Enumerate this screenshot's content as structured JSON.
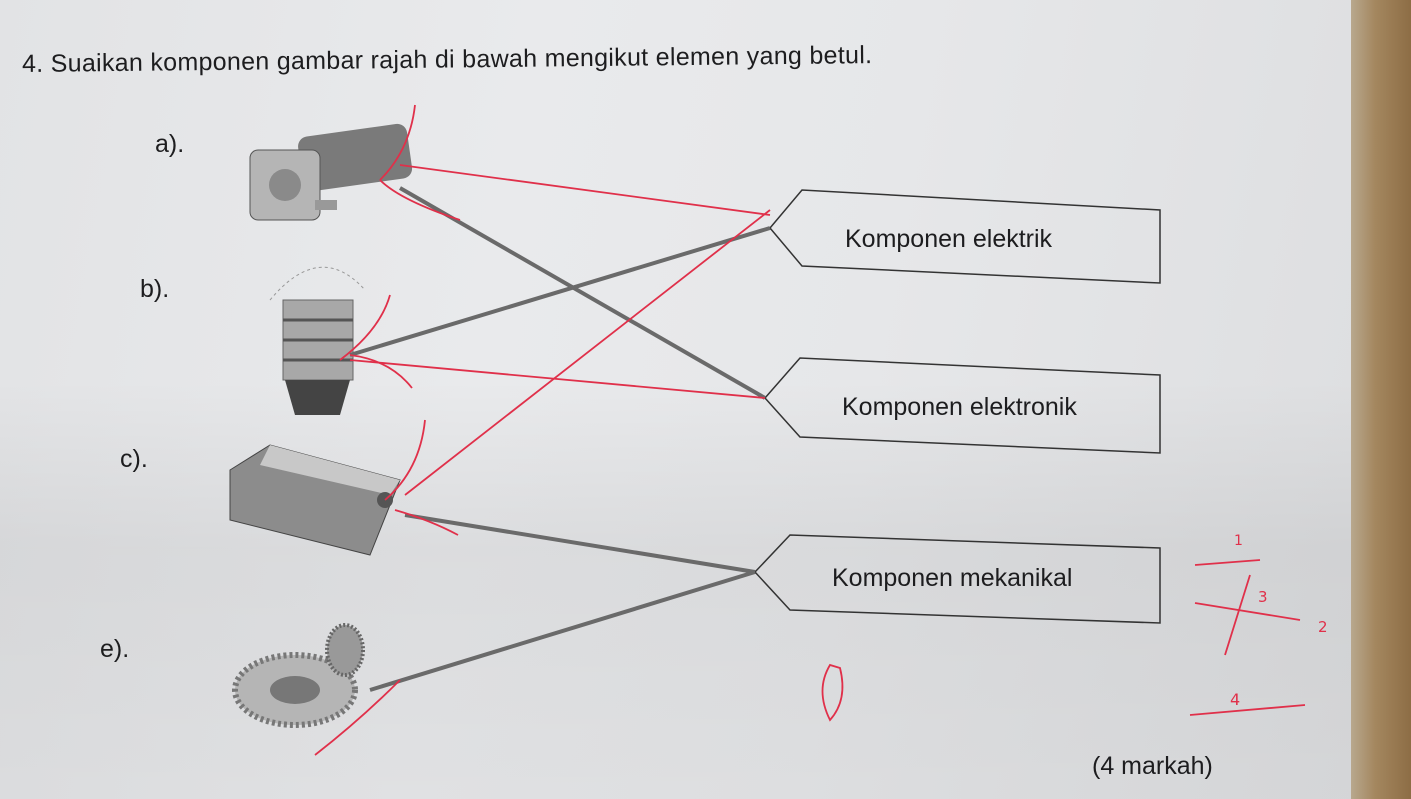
{
  "question": {
    "title": "4.  Suaikan komponen gambar rajah di bawah mengikut elemen yang betul.",
    "items": [
      {
        "label": "a).",
        "picture": "motor-icon"
      },
      {
        "label": "b).",
        "picture": "bulb-icon"
      },
      {
        "label": "c).",
        "picture": "battery-icon"
      },
      {
        "label": "e).",
        "picture": "gears-icon"
      }
    ],
    "categories": [
      "Komponen elektrik",
      "Komponen elektronik",
      "Komponen mekanikal"
    ],
    "marks": "(4 markah)"
  },
  "grading": {
    "scores": [
      "1",
      "3",
      "2",
      "4"
    ],
    "colors": {
      "pencil": "#6a6a6a",
      "red_pen": "#e0304a"
    }
  }
}
